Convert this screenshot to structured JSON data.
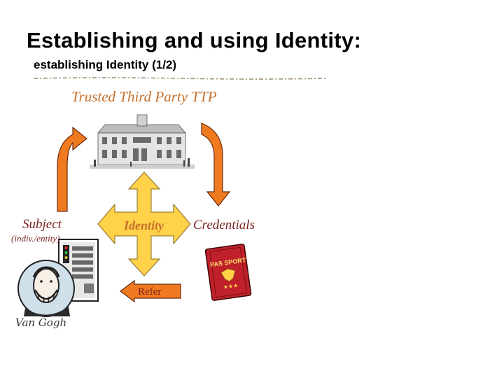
{
  "slide": {
    "title": "Establishing and using Identity:",
    "subtitle": "establishing Identity (1/2)"
  },
  "diagram": {
    "ttp_label": "Trusted Third Party TTP",
    "subject_label": "Subject",
    "subject_sub": "(indiv./entity)",
    "identity_label": "Identity",
    "credentials_label": "Credentials",
    "refer_label": "Refer",
    "passport_text": "PAS SPORT",
    "signature_text": "Van Gogh"
  },
  "colors": {
    "arrow_orange": "#f07a20",
    "cross_yellow": "#ffd24a",
    "accent_text": "#c8702a",
    "label_text": "#7a1f1f",
    "passport_red": "#c0202a"
  }
}
